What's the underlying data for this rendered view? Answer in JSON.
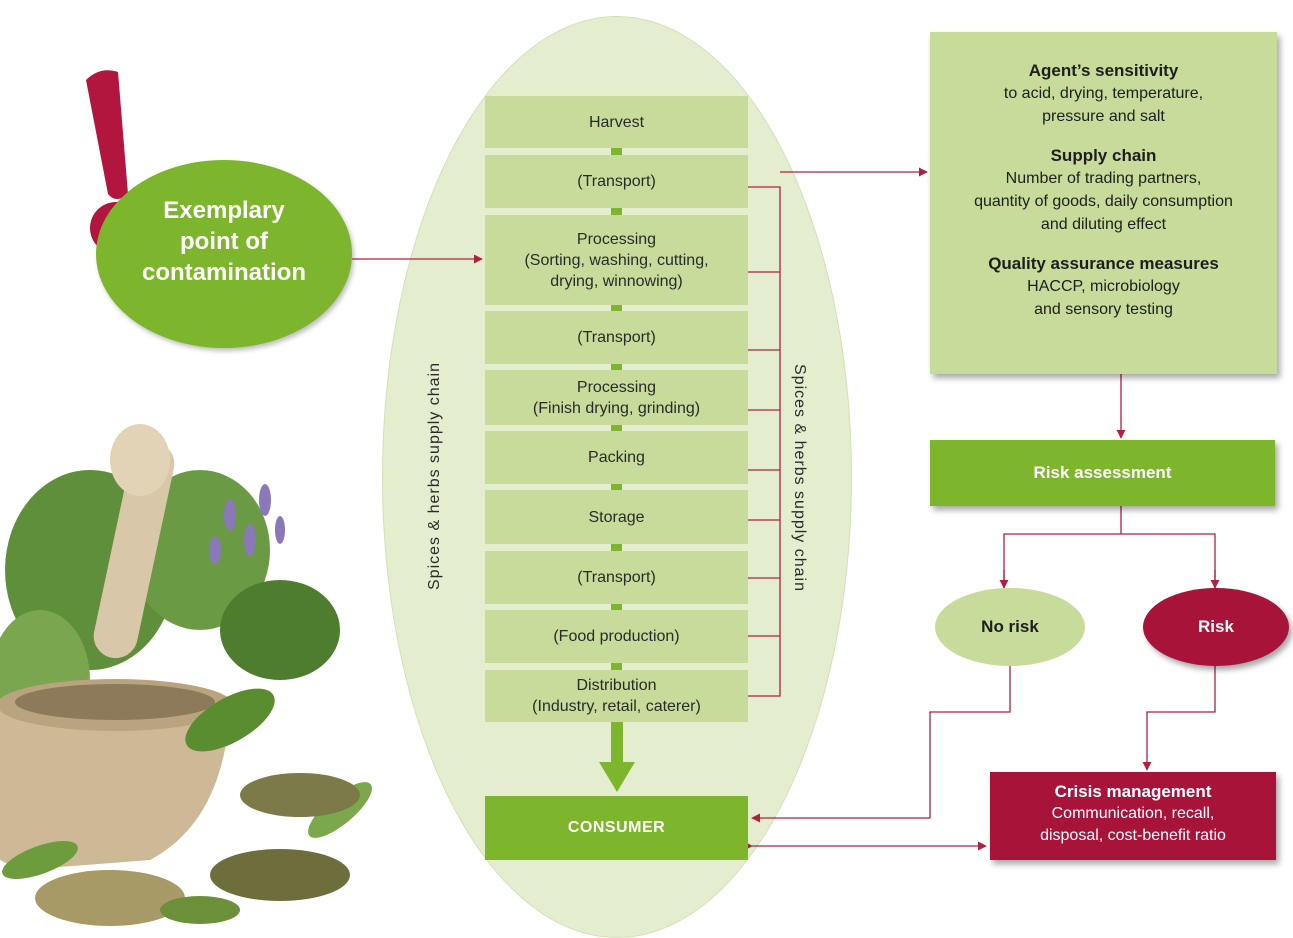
{
  "alert": {
    "title_lines": [
      "Exemplary",
      "point of",
      "contamination"
    ]
  },
  "supply_chain": {
    "side_label": "Spices & herbs supply chain",
    "steps": [
      {
        "lines": [
          "Harvest"
        ]
      },
      {
        "lines": [
          "(Transport)"
        ]
      },
      {
        "lines": [
          "Processing",
          "(Sorting, washing, cutting,",
          "drying, winnowing)"
        ]
      },
      {
        "lines": [
          "(Transport)"
        ]
      },
      {
        "lines": [
          "Processing",
          "(Finish drying, grinding)"
        ]
      },
      {
        "lines": [
          "Packing"
        ]
      },
      {
        "lines": [
          "Storage"
        ]
      },
      {
        "lines": [
          "(Transport)"
        ]
      },
      {
        "lines": [
          "(Food production)"
        ]
      },
      {
        "lines": [
          "Distribution",
          "(Industry, retail, caterer)"
        ]
      }
    ],
    "consumer": "CONSUMER"
  },
  "factors": {
    "sections": [
      {
        "heading": "Agent’s sensitivity",
        "lines": [
          "to acid, drying, temperature,",
          "pressure and salt"
        ]
      },
      {
        "heading": "Supply chain",
        "lines": [
          "Number of trading partners,",
          "quantity of goods, daily consumption",
          "and diluting effect"
        ]
      },
      {
        "heading": "Quality assurance measures",
        "lines": [
          "HACCP, microbiology",
          "and sensory testing"
        ]
      }
    ]
  },
  "risk_assessment": "Risk assessment",
  "no_risk": "No risk",
  "risk": "Risk",
  "crisis": {
    "heading": "Crisis management",
    "lines": [
      "Communication, recall,",
      "disposal, cost-benefit ratio"
    ]
  },
  "colors": {
    "green_dark": "#7db52c",
    "green_light": "#c7dc9a",
    "oval": "#e4eecf",
    "red": "#a8133a",
    "line": "#b0203f"
  }
}
